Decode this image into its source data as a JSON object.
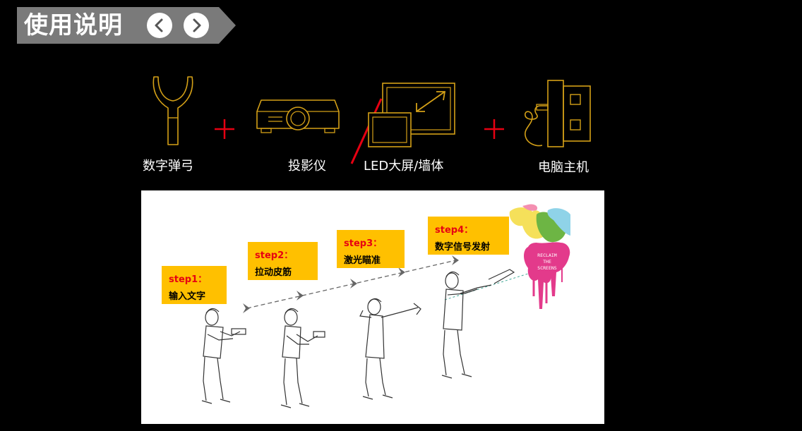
{
  "header": {
    "title": "使用说明",
    "prev_icon": "chevron-left-icon",
    "next_icon": "chevron-right-icon"
  },
  "devices": [
    {
      "label": "数字弹弓",
      "icon": "slingshot-icon"
    },
    {
      "label": "投影仪",
      "icon": "projector-icon"
    },
    {
      "label": "LED大屏/墙体",
      "icon": "led-screen-icon"
    },
    {
      "label": "电脑主机",
      "icon": "computer-host-icon"
    }
  ],
  "colors": {
    "accent_gold": "#D4A017",
    "step_bg": "#FFC000",
    "step_title": "#E60012",
    "plus_red": "#E60012"
  },
  "steps": [
    {
      "title": "step1：",
      "desc": "输入文字"
    },
    {
      "title": "step2：",
      "desc": "拉动皮筋"
    },
    {
      "title": "step3：",
      "desc": "激光瞄准"
    },
    {
      "title": "step4：",
      "desc": "数字信号发射"
    }
  ],
  "splash": {
    "line1": "RECLAIM",
    "line2": "THE",
    "line3": "SCREENS"
  }
}
